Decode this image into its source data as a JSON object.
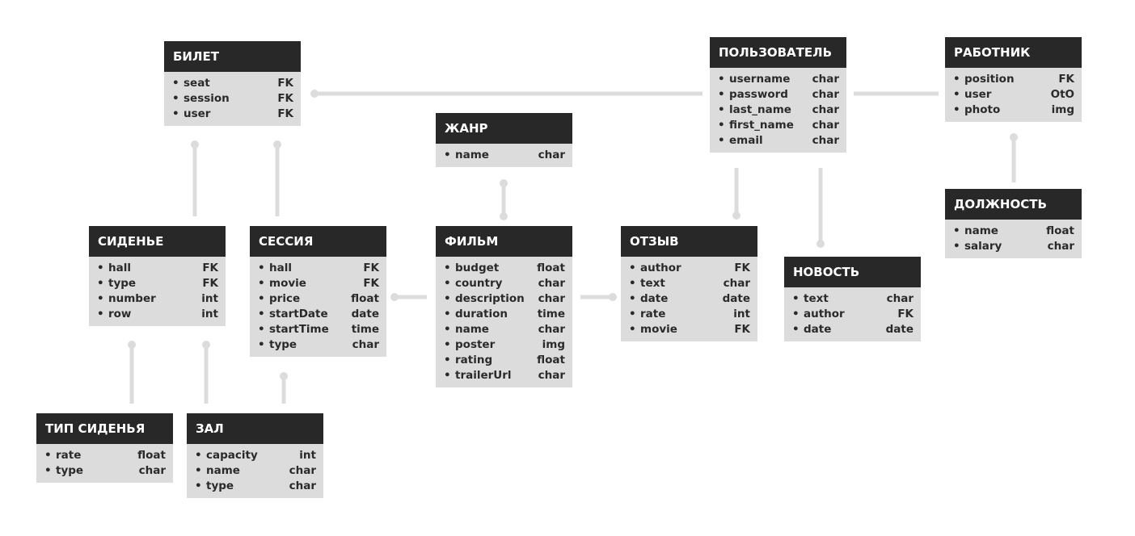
{
  "entities": {
    "bilet": {
      "title": "БИЛЕТ",
      "fields": [
        {
          "name": "seat",
          "type": "FK"
        },
        {
          "name": "session",
          "type": "FK"
        },
        {
          "name": "user",
          "type": "FK"
        }
      ]
    },
    "polzovatel": {
      "title": "ПОЛЬЗОВАТЕЛЬ",
      "fields": [
        {
          "name": "username",
          "type": "char"
        },
        {
          "name": "password",
          "type": "char"
        },
        {
          "name": "last_name",
          "type": "char"
        },
        {
          "name": "first_name",
          "type": "char"
        },
        {
          "name": "email",
          "type": "char"
        }
      ]
    },
    "rabotnik": {
      "title": "РАБОТНИК",
      "fields": [
        {
          "name": "position",
          "type": "FK"
        },
        {
          "name": "user",
          "type": "OtO"
        },
        {
          "name": "photo",
          "type": "img"
        }
      ]
    },
    "zhanr": {
      "title": "ЖАНР",
      "fields": [
        {
          "name": "name",
          "type": "char"
        }
      ]
    },
    "dolzhnost": {
      "title": "ДОЛЖНОСТЬ",
      "fields": [
        {
          "name": "name",
          "type": "float"
        },
        {
          "name": "salary",
          "type": "char"
        }
      ]
    },
    "sidenie": {
      "title": "СИДЕНЬЕ",
      "fields": [
        {
          "name": "hall",
          "type": "FK"
        },
        {
          "name": "type",
          "type": "FK"
        },
        {
          "name": "number",
          "type": "int"
        },
        {
          "name": "row",
          "type": "int"
        }
      ]
    },
    "sessiya": {
      "title": "СЕССИЯ",
      "fields": [
        {
          "name": "hall",
          "type": "FK"
        },
        {
          "name": "movie",
          "type": "FK"
        },
        {
          "name": "price",
          "type": "float"
        },
        {
          "name": "startDate",
          "type": "date"
        },
        {
          "name": "startTime",
          "type": "time"
        },
        {
          "name": "type",
          "type": "char"
        }
      ]
    },
    "film": {
      "title": "ФИЛЬМ",
      "fields": [
        {
          "name": "budget",
          "type": "float"
        },
        {
          "name": "country",
          "type": "char"
        },
        {
          "name": "description",
          "type": "char"
        },
        {
          "name": "duration",
          "type": "time"
        },
        {
          "name": "name",
          "type": "char"
        },
        {
          "name": "poster",
          "type": "img"
        },
        {
          "name": "rating",
          "type": "float"
        },
        {
          "name": "trailerUrl",
          "type": "char"
        }
      ]
    },
    "otzyv": {
      "title": "ОТЗЫВ",
      "fields": [
        {
          "name": "author",
          "type": "FK"
        },
        {
          "name": "text",
          "type": "char"
        },
        {
          "name": "date",
          "type": "date"
        },
        {
          "name": "rate",
          "type": "int"
        },
        {
          "name": "movie",
          "type": "FK"
        }
      ]
    },
    "novost": {
      "title": "НОВОСТЬ",
      "fields": [
        {
          "name": "text",
          "type": "char"
        },
        {
          "name": "author",
          "type": "FK"
        },
        {
          "name": "date",
          "type": "date"
        }
      ]
    },
    "tip_sideniya": {
      "title": "ТИП СИДЕНЬЯ",
      "fields": [
        {
          "name": "rate",
          "type": "float"
        },
        {
          "name": "type",
          "type": "char"
        }
      ]
    },
    "zal": {
      "title": "ЗАЛ",
      "fields": [
        {
          "name": "capacity",
          "type": "int"
        },
        {
          "name": "name",
          "type": "char"
        },
        {
          "name": "type",
          "type": "char"
        }
      ]
    }
  },
  "colors": {
    "header_bg": "#282828",
    "body_bg": "#dcdcdc",
    "connector": "#dcdcdc"
  }
}
